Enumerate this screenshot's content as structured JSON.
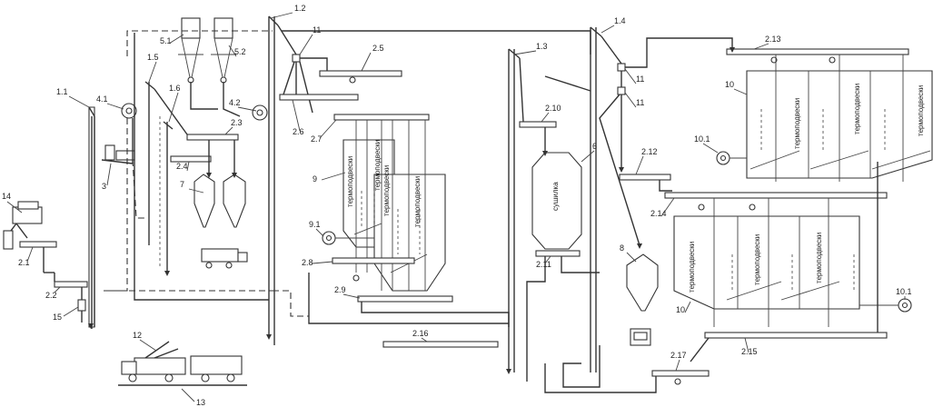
{
  "labels": {
    "l_1_1": "1.1",
    "l_1_2": "1.2",
    "l_1_3": "1.3",
    "l_1_4": "1.4",
    "l_1_5": "1.5",
    "l_1_6": "1.6",
    "l_2_1": "2.1",
    "l_2_2": "2.2",
    "l_2_3": "2.3",
    "l_2_4": "2.4",
    "l_2_5": "2.5",
    "l_2_6": "2.6",
    "l_2_7": "2.7",
    "l_2_8": "2.8",
    "l_2_9": "2.9",
    "l_2_10": "2.10",
    "l_2_11": "2.11",
    "l_2_12": "2.12",
    "l_2_13": "2.13",
    "l_2_14": "2.14",
    "l_2_15": "2.15",
    "l_2_16": "2.16",
    "l_2_17": "2.17",
    "l_3": "3",
    "l_4_1": "4.1",
    "l_4_2": "4.2",
    "l_5_1": "5.1",
    "l_5_2": "5.2",
    "l_6": "6",
    "l_7": "7",
    "l_8": "8",
    "l_9": "9",
    "l_9_1": "9.1",
    "l_10_a": "10",
    "l_10_b": "10",
    "l_10_1_a": "10.1",
    "l_10_1_b": "10.1",
    "l_11_a": "11",
    "l_11_b": "11",
    "l_11_c": "11",
    "l_12": "12",
    "l_13": "13",
    "l_14": "14",
    "l_15": "15"
  },
  "vertical_labels": {
    "dryer": "сушилка",
    "thermo": "термоподвески"
  }
}
